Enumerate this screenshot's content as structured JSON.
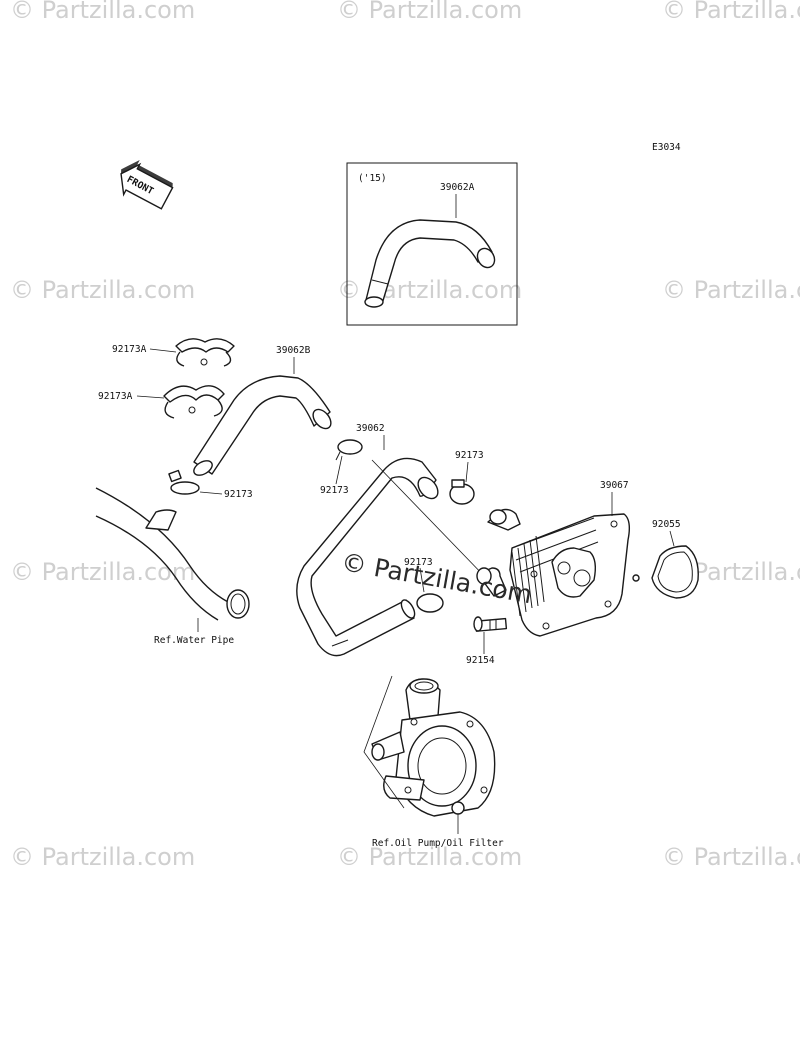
{
  "diagram_code": "E3034",
  "front_arrow_label": "FRONT",
  "inset": {
    "year_label": "('15)",
    "part_label": "39062A"
  },
  "parts": {
    "clamp_a_top": "92173A",
    "clamp_a_bottom": "92173A",
    "hose_b": "39062B",
    "clamp_left": "92173",
    "hose_main": "39062",
    "clamp_center_left": "92173",
    "clamp_top_right": "92173",
    "clamp_lower_mid": "92173",
    "oil_cooler": "39067",
    "o_ring": "92055",
    "bolt": "92154"
  },
  "references": {
    "water_pipe": "Ref.Water Pipe",
    "oil_pump": "Ref.Oil Pump/Oil Filter"
  },
  "watermarks": {
    "small": "© Partzilla.com",
    "center": "© Partzilla.com"
  }
}
